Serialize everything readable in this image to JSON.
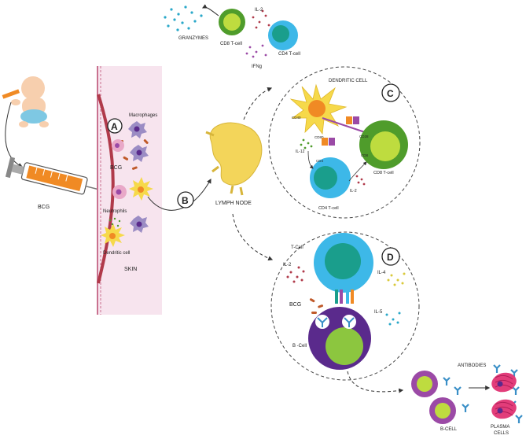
{
  "panels": {
    "a": "A",
    "b": "B",
    "c": "C",
    "d": "D"
  },
  "top_cluster": {
    "granzymes": "GRANZYMES",
    "cd8": "CD8 T-cell",
    "il2": "IL-2",
    "cd4": "CD4 T-cell",
    "ifng": "IFNg"
  },
  "injection": {
    "vaccine": "BCG"
  },
  "skin": {
    "macrophages": "Macrophages",
    "bcg": "BCG",
    "neutrophils": "Neutrophils",
    "dendritic": "Dendritic cell",
    "skin_label": "SKIN"
  },
  "lymph": {
    "label": "LYMPH NODE"
  },
  "panel_c": {
    "dendritic": "DENDRITIC CELL",
    "il12": "IL-12",
    "il2": "IL-2",
    "cd8": "CD8 T-cell",
    "cd4": "CD4 T-cell",
    "cd40": "CD40",
    "cd80": "CD80",
    "cd28": "CD28",
    "cd4_marker": "CD4",
    "cd8_marker": "CD8"
  },
  "panel_d": {
    "tcell": "T-Cell",
    "il2": "IL-2",
    "il4": "IL-4",
    "il5": "IL-5",
    "bcg": "BCG",
    "bcell": "B -Cell"
  },
  "output": {
    "antibodies": "ANTIBODIES",
    "bcell": "B-CELL",
    "plasma_line1": "PLASMA",
    "plasma_line2": "CELLS"
  },
  "colors": {
    "skin": "#f7e4ee",
    "skin_edge": "#c9718f",
    "blood": "#b03a4a",
    "orange": "#f08a24",
    "yellow": "#f6d94a",
    "lime": "#bedc3f",
    "green": "#4f9c2b",
    "cyan": "#3db8e8",
    "teal": "#1a9e8c",
    "purple": "#5a2a8c",
    "violet": "#9b4aa6",
    "magenta": "#e23d7a",
    "antibody": "#3a8fc7",
    "baby_skin": "#f7cfae",
    "diaper": "#7ec8e3"
  }
}
